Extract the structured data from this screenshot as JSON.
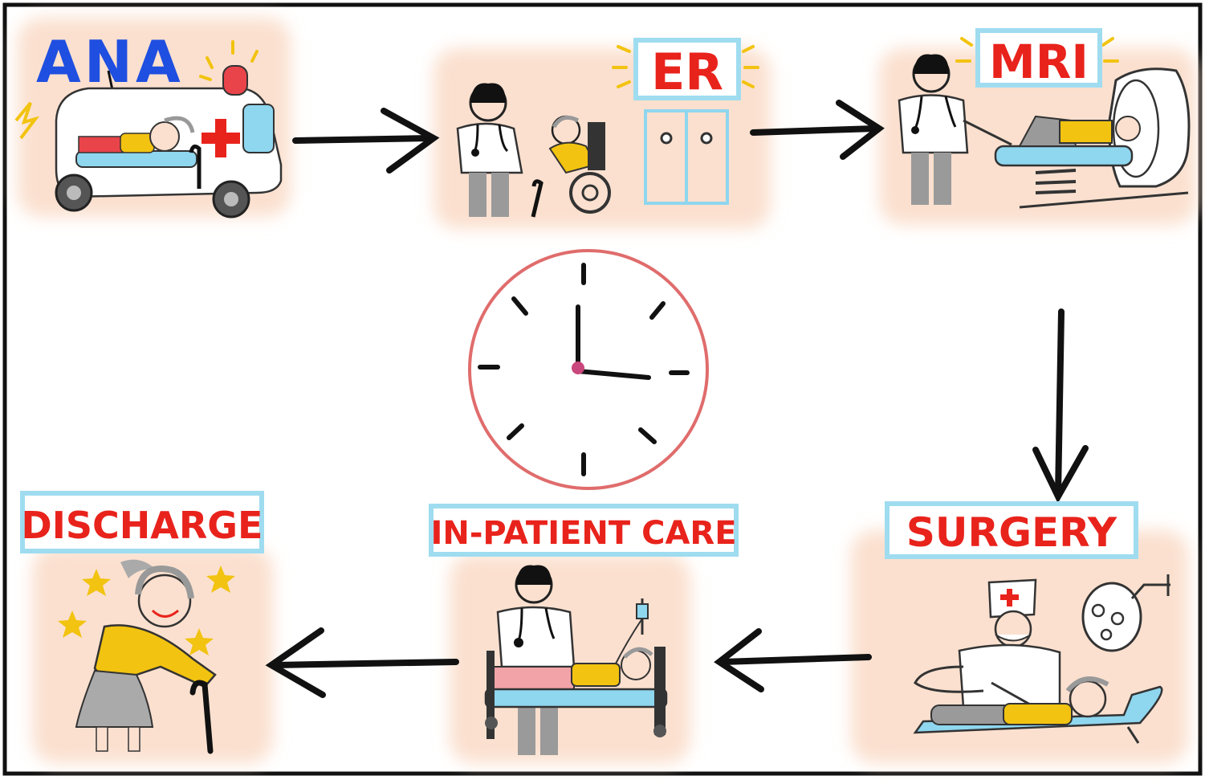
{
  "labels": {
    "ana": "ANA",
    "er": "ER",
    "mri": "MRI",
    "surgery": "SURGERY",
    "inpatient": "IN-PATIENT CARE",
    "discharge": "DISCHARGE"
  },
  "colors": {
    "label_red": "#e8231c",
    "label_box": "#9fdcf0",
    "ana_blue": "#1f4fe0",
    "peach": "#fbe0cf",
    "clock_ring": "#e06c6c",
    "clock_center": "#c9477c",
    "ink": "#111111",
    "scrub_gray": "#9a9a9a",
    "yellow": "#f2c310",
    "bed_blue": "#8fd6ef",
    "blanket_red": "#e8444a",
    "blanket_pink": "#f2a3a8"
  },
  "icons": [
    "ambulance-icon",
    "doctor-icon",
    "wheelchair-icon",
    "door-icon",
    "mri-scanner-icon",
    "surgeon-icon",
    "surgical-lamp-icon",
    "hospital-bed-icon",
    "iv-drip-icon",
    "cane-icon",
    "clock-icon",
    "star-icon",
    "arrow-icon"
  ]
}
